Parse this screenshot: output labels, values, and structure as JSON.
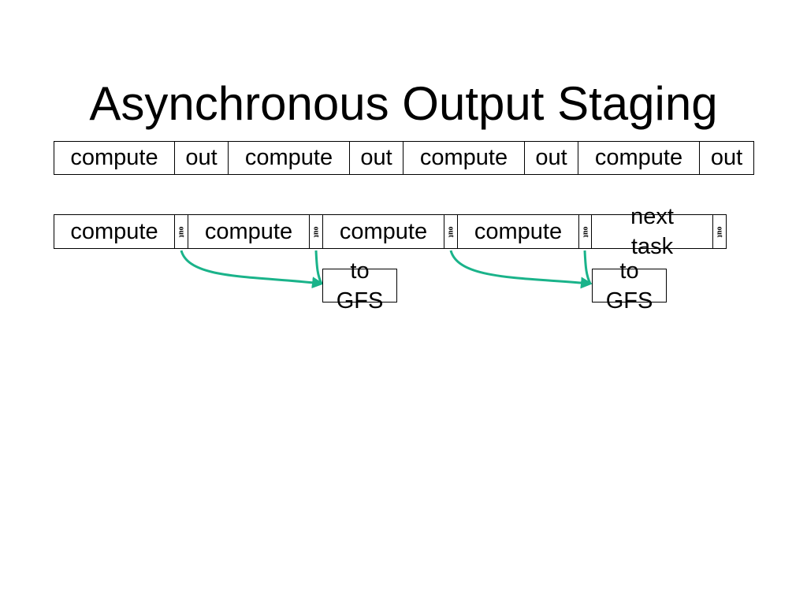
{
  "title": "Asynchronous Output Staging",
  "colors": {
    "arrow": "#1ab38a",
    "border": "#000000",
    "background": "#ffffff"
  },
  "sync_row": [
    {
      "label": "compute"
    },
    {
      "label": "out"
    },
    {
      "label": "compute"
    },
    {
      "label": "out"
    },
    {
      "label": "compute"
    },
    {
      "label": "out"
    },
    {
      "label": "compute"
    },
    {
      "label": "out"
    }
  ],
  "async_row": [
    {
      "label": "compute"
    },
    {
      "label": "out"
    },
    {
      "label": "compute"
    },
    {
      "label": "out"
    },
    {
      "label": "compute"
    },
    {
      "label": "out"
    },
    {
      "label": "compute"
    },
    {
      "label": "out"
    },
    {
      "label": "next task"
    },
    {
      "label": "out"
    }
  ],
  "gfs_boxes": [
    {
      "label": "to GFS"
    },
    {
      "label": "to GFS"
    }
  ]
}
